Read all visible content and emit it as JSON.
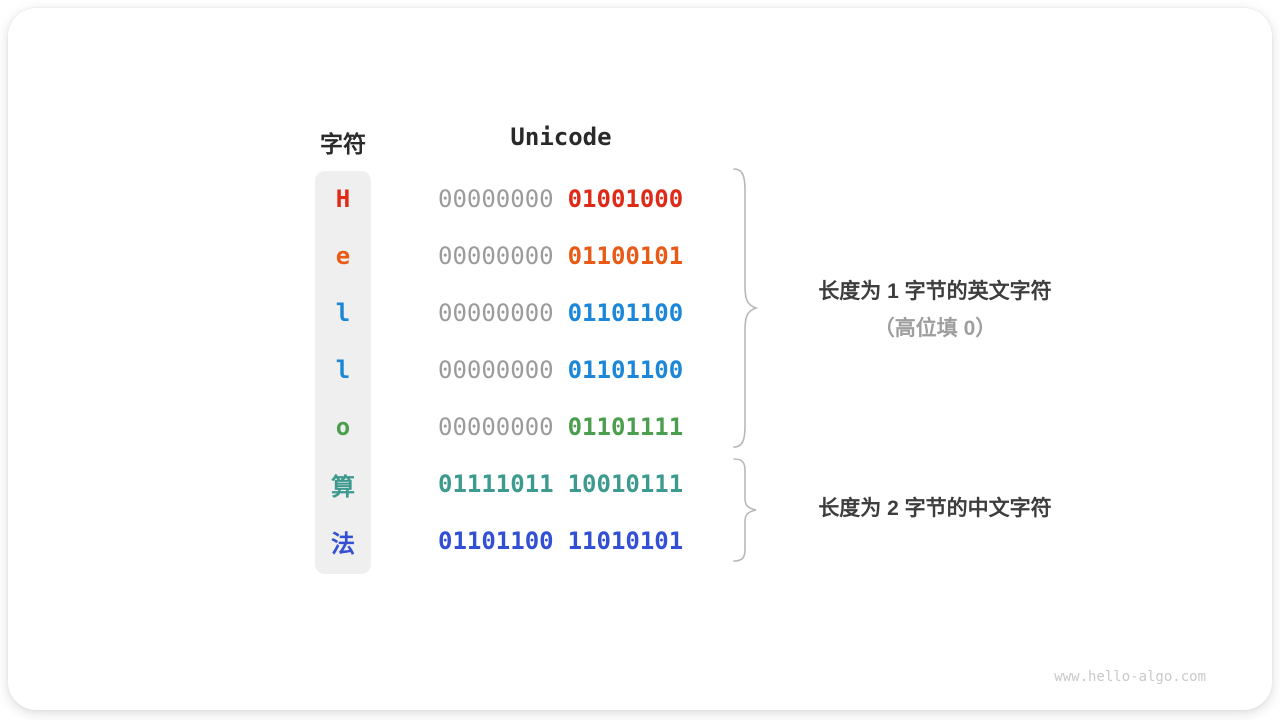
{
  "table": {
    "headers": {
      "char": "字符",
      "unicode": "Unicode"
    },
    "rows": [
      {
        "char": "H",
        "high": "00000000",
        "low": "01001000",
        "high_color": "#9b9b9b",
        "low_color": "#e02a18"
      },
      {
        "char": "e",
        "high": "00000000",
        "low": "01100101",
        "high_color": "#9b9b9b",
        "low_color": "#e85a16"
      },
      {
        "char": "l",
        "high": "00000000",
        "low": "01101100",
        "high_color": "#9b9b9b",
        "low_color": "#1c87d8"
      },
      {
        "char": "l",
        "high": "00000000",
        "low": "01101100",
        "high_color": "#9b9b9b",
        "low_color": "#1c87d8"
      },
      {
        "char": "o",
        "high": "00000000",
        "low": "01101111",
        "high_color": "#9b9b9b",
        "low_color": "#4c9e4f"
      },
      {
        "char": "算",
        "high": "01111011",
        "low": "10010111",
        "high_color": "#3d9a8f",
        "low_color": "#3d9a8f"
      },
      {
        "char": "法",
        "high": "01101100",
        "low": "11010101",
        "high_color": "#3350d4",
        "low_color": "#3350d4"
      }
    ]
  },
  "annotations": {
    "english": {
      "line1": "长度为 1 字节的英文字符",
      "line2": "（高位填 0）"
    },
    "chinese": {
      "line1": "长度为 2 字节的中文字符"
    }
  },
  "watermark": "www.hello-algo.com",
  "colors": {
    "red": "#e02a18",
    "orange": "#e85a16",
    "blue": "#1c87d8",
    "green": "#4c9e4f",
    "teal": "#3d9a8f",
    "indigo": "#3350d4",
    "muted_zero_gray": "#9b9b9b",
    "header_text": "#2a2a2a",
    "annotation_text": "#3d3d3d",
    "annotation_subtext": "#9e9e9e",
    "brace_gray": "#b8b8b8",
    "char_column_bg": "#efefef"
  }
}
